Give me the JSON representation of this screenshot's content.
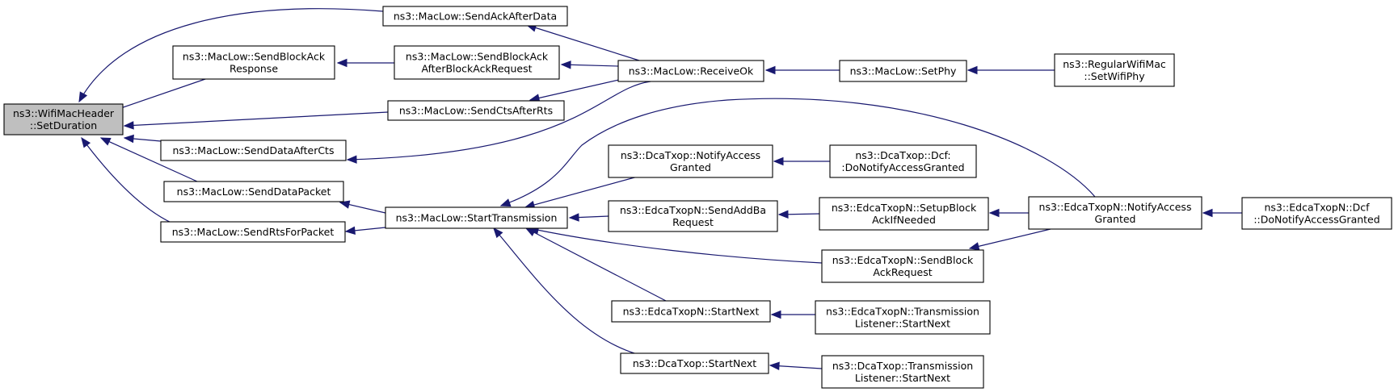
{
  "nodes": [
    {
      "id": "setduration",
      "lines": [
        "ns3::WifiMacHeader",
        "::SetDuration"
      ],
      "highlight": true
    },
    {
      "id": "sendackafterdata",
      "lines": [
        "ns3::MacLow::SendAckAfterData"
      ]
    },
    {
      "id": "sendblockackresponse",
      "lines": [
        "ns3::MacLow::SendBlockAck",
        "Response"
      ]
    },
    {
      "id": "sendblockackafterbar",
      "lines": [
        "ns3::MacLow::SendBlockAck",
        "AfterBlockAckRequest"
      ]
    },
    {
      "id": "receiveok",
      "lines": [
        "ns3::MacLow::ReceiveOk"
      ]
    },
    {
      "id": "setphy",
      "lines": [
        "ns3::MacLow::SetPhy"
      ]
    },
    {
      "id": "regularsetwifiphy",
      "lines": [
        "ns3::RegularWifiMac",
        "::SetWifiPhy"
      ]
    },
    {
      "id": "sendctsafterrts",
      "lines": [
        "ns3::MacLow::SendCtsAfterRts"
      ]
    },
    {
      "id": "senddataaftercts",
      "lines": [
        "ns3::MacLow::SendDataAfterCts"
      ]
    },
    {
      "id": "senddatapacket",
      "lines": [
        "ns3::MacLow::SendDataPacket"
      ]
    },
    {
      "id": "sendrtsforpacket",
      "lines": [
        "ns3::MacLow::SendRtsForPacket"
      ]
    },
    {
      "id": "starttransmission",
      "lines": [
        "ns3::MacLow::StartTransmission"
      ]
    },
    {
      "id": "dcanotifyaccessgranted",
      "lines": [
        "ns3::DcaTxop::NotifyAccess",
        "Granted"
      ]
    },
    {
      "id": "dcadcfnotify",
      "lines": [
        "ns3::DcaTxop::Dcf:",
        ":DoNotifyAccessGranted"
      ]
    },
    {
      "id": "edcasendaddba",
      "lines": [
        "ns3::EdcaTxopN::SendAddBa",
        "Request"
      ]
    },
    {
      "id": "edcasetupblockack",
      "lines": [
        "ns3::EdcaTxopN::SetupBlock",
        "AckIfNeeded"
      ]
    },
    {
      "id": "edcanotifyaccessgranted",
      "lines": [
        "ns3::EdcaTxopN::NotifyAccess",
        "Granted"
      ]
    },
    {
      "id": "edcadcfnotify",
      "lines": [
        "ns3::EdcaTxopN::Dcf",
        "::DoNotifyAccessGranted"
      ]
    },
    {
      "id": "edcasendblockackrequest",
      "lines": [
        "ns3::EdcaTxopN::SendBlock",
        "AckRequest"
      ]
    },
    {
      "id": "edcastartnext",
      "lines": [
        "ns3::EdcaTxopN::StartNext"
      ]
    },
    {
      "id": "edcatlstartnext",
      "lines": [
        "ns3::EdcaTxopN::Transmission",
        "Listener::StartNext"
      ]
    },
    {
      "id": "dcastartnext",
      "lines": [
        "ns3::DcaTxop::StartNext"
      ]
    },
    {
      "id": "dcatlstartnext",
      "lines": [
        "ns3::DcaTxop::Transmission",
        "Listener::StartNext"
      ]
    }
  ],
  "edges": [
    {
      "from": "sendackafterdata",
      "to": "setduration"
    },
    {
      "from": "sendblockackresponse",
      "to": "setduration"
    },
    {
      "from": "sendctsafterrts",
      "to": "setduration"
    },
    {
      "from": "senddataaftercts",
      "to": "setduration"
    },
    {
      "from": "senddatapacket",
      "to": "setduration"
    },
    {
      "from": "sendrtsforpacket",
      "to": "setduration"
    },
    {
      "from": "sendblockackafterbar",
      "to": "sendblockackresponse"
    },
    {
      "from": "receiveok",
      "to": "sendackafterdata"
    },
    {
      "from": "receiveok",
      "to": "sendblockackafterbar"
    },
    {
      "from": "receiveok",
      "to": "sendctsafterrts"
    },
    {
      "from": "receiveok",
      "to": "senddataaftercts"
    },
    {
      "from": "setphy",
      "to": "receiveok"
    },
    {
      "from": "regularsetwifiphy",
      "to": "setphy"
    },
    {
      "from": "starttransmission",
      "to": "senddatapacket"
    },
    {
      "from": "starttransmission",
      "to": "sendrtsforpacket"
    },
    {
      "from": "dcanotifyaccessgranted",
      "to": "starttransmission"
    },
    {
      "from": "edcasendaddba",
      "to": "starttransmission"
    },
    {
      "from": "edcasendblockackrequest",
      "to": "starttransmission"
    },
    {
      "from": "edcastartnext",
      "to": "starttransmission"
    },
    {
      "from": "dcastartnext",
      "to": "starttransmission"
    },
    {
      "from": "edcanotifyaccessgranted",
      "to": "starttransmission"
    },
    {
      "from": "dcadcfnotify",
      "to": "dcanotifyaccessgranted"
    },
    {
      "from": "edcasetupblockack",
      "to": "edcasendaddba"
    },
    {
      "from": "edcanotifyaccessgranted",
      "to": "edcasetupblockack"
    },
    {
      "from": "edcanotifyaccessgranted",
      "to": "edcasendblockackrequest"
    },
    {
      "from": "edcadcfnotify",
      "to": "edcanotifyaccessgranted"
    },
    {
      "from": "edcatlstartnext",
      "to": "edcastartnext"
    },
    {
      "from": "dcatlstartnext",
      "to": "dcastartnext"
    }
  ],
  "colors": {
    "edge": "#191970",
    "node_border": "#000000",
    "node_fill": "#ffffff",
    "highlight_fill": "#bfbfbf"
  }
}
